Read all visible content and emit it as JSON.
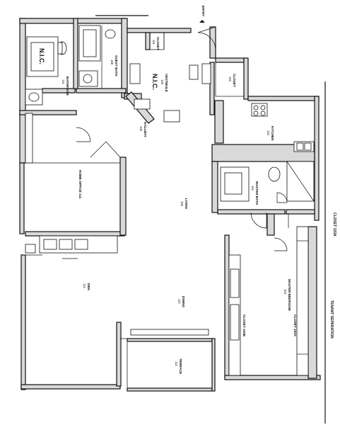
{
  "rooms": [
    {
      "name": "BATHROOM",
      "number": "116"
    },
    {
      "name": "GUEST BATH",
      "number": "108"
    },
    {
      "name": "CLOSET",
      "number": "101"
    },
    {
      "name": "VESTIBULE",
      "number": "109"
    },
    {
      "name": "CLOSET",
      "number": "102"
    },
    {
      "name": "KITCHEN",
      "number": "102"
    },
    {
      "name": "HALLWAY",
      "number": "105"
    },
    {
      "name": "HOME OFFICE 111",
      "number": ""
    },
    {
      "name": "LIVING",
      "number": "106"
    },
    {
      "name": "MASTER BATH",
      "number": "104"
    },
    {
      "name": "DEN",
      "number": "112"
    },
    {
      "name": "DINING",
      "number": "107"
    },
    {
      "name": "MASTER BEDROOM",
      "number": "103"
    },
    {
      "name": "CLOSET 103A",
      "number": ""
    },
    {
      "name": "CLOSET 103B",
      "number": ""
    },
    {
      "name": "TERRACE",
      "number": "113"
    }
  ],
  "nic_labels": [
    "N.I.C.",
    "N.I.C."
  ],
  "entry_label": "ENTRY",
  "closet_tag": "CLOSET 103A",
  "separation_label": "TENANT SEPARATION"
}
